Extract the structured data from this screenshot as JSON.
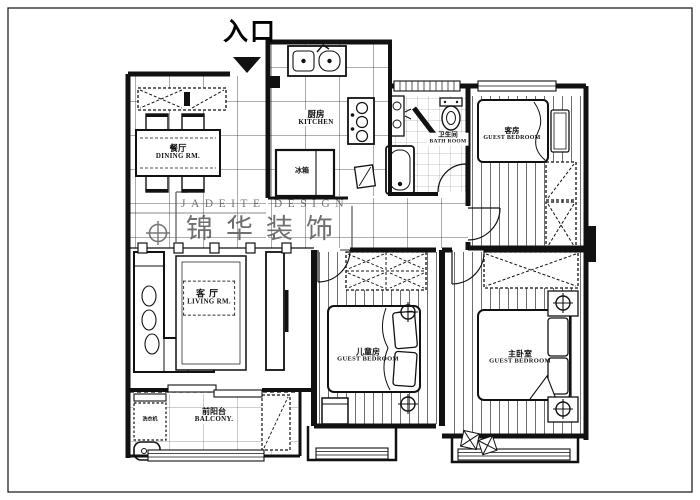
{
  "colors": {
    "ink": "#1a1a1a",
    "watermark": "#5f5f5f",
    "background": "#ffffff"
  },
  "entrance": {
    "label": "入口"
  },
  "watermark": {
    "brand_en": "JADEITE DESIGN",
    "brand_zh": "锦华装饰"
  },
  "rooms": [
    {
      "id": "dining",
      "zh": "餐厅",
      "en": "DINING RM."
    },
    {
      "id": "kitchen",
      "zh": "厨房",
      "en": "KITCHEN"
    },
    {
      "id": "bathroom",
      "zh": "卫生间",
      "en": "BATH ROOM"
    },
    {
      "id": "guest-bedroom",
      "zh": "客房",
      "en": "GUEST BEDROOM"
    },
    {
      "id": "living-room",
      "zh": "客厅",
      "en": "LIVING RM."
    },
    {
      "id": "children-bedroom",
      "zh": "儿童房",
      "en": "GUEST BEDROOM"
    },
    {
      "id": "master-bedroom",
      "zh": "主卧室",
      "en": "GUEST BEDROOM"
    },
    {
      "id": "balcony",
      "zh": "前阳台",
      "en": "BALCONY."
    }
  ],
  "appliances": {
    "fridge": "冰箱",
    "washing_machine": "洗衣机"
  }
}
